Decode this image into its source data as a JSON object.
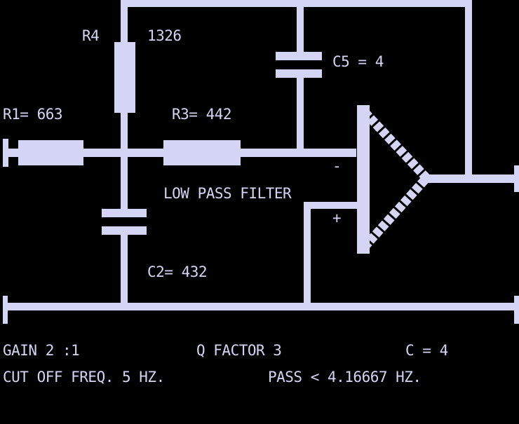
{
  "colors": {
    "background": "#000000",
    "foreground": "#d4d4f4"
  },
  "labels": {
    "r4_name": "R4",
    "r4_value": "1326",
    "c5": "C5 = 4",
    "r1": "R1= 663",
    "r3": "R3= 442",
    "title": "LOW PASS FILTER",
    "minus": "-",
    "plus": "+",
    "c2": "C2= 432"
  },
  "status": {
    "gain": "GAIN  2 :1",
    "q_factor": "Q FACTOR  3",
    "c": "C =  4",
    "cutoff": "CUT OFF FREQ. 5  HZ.",
    "pass": "PASS <  4.16667  HZ."
  }
}
